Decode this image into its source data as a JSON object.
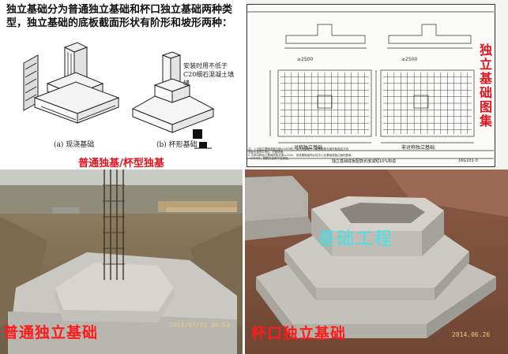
{
  "intro_text": "独立基础分为普通独立基础和杯口独立基础两种类型，独立基础的底板截面形状有阶形和坡形两种：",
  "drawing_note": "安装时用不低于C20细石混凝土填缝",
  "caption_a": "(a) 现浇基础",
  "caption_b": "(b) 杯形基础",
  "middle_label": "普通独基/杯型独基",
  "atlas_title": "独立基础图集",
  "drawing": {
    "left_caption": "对称独立基础",
    "right_caption": "非对称独立基础",
    "title_bar": "独立基础底板配筋长度减短10%构造",
    "sheet_no": "16G101-3",
    "dim_left": "≥2500",
    "dim_right": "≥2500",
    "note_line1": "注：1.当独立基础底板长度≥2500时，除外侧钢筋外，底板配筋长度可取相应方向",
    "note_line2": "底板长度的0.9倍，交错放置。",
    "note_line3": "2.当非对称独立基础底板长度≥2500，但该基础某侧从柱中心至基础底板边缘的距离",
    "note_line4": "<1250时，钢筋在该侧不应减短。"
  },
  "photo_left": {
    "label": "普通独立基础",
    "timestamp": "2014/07/03 09:53"
  },
  "photo_right": {
    "overlay": "基础工程",
    "label": "杯口独立基础",
    "timestamp": "2014.06.26"
  }
}
